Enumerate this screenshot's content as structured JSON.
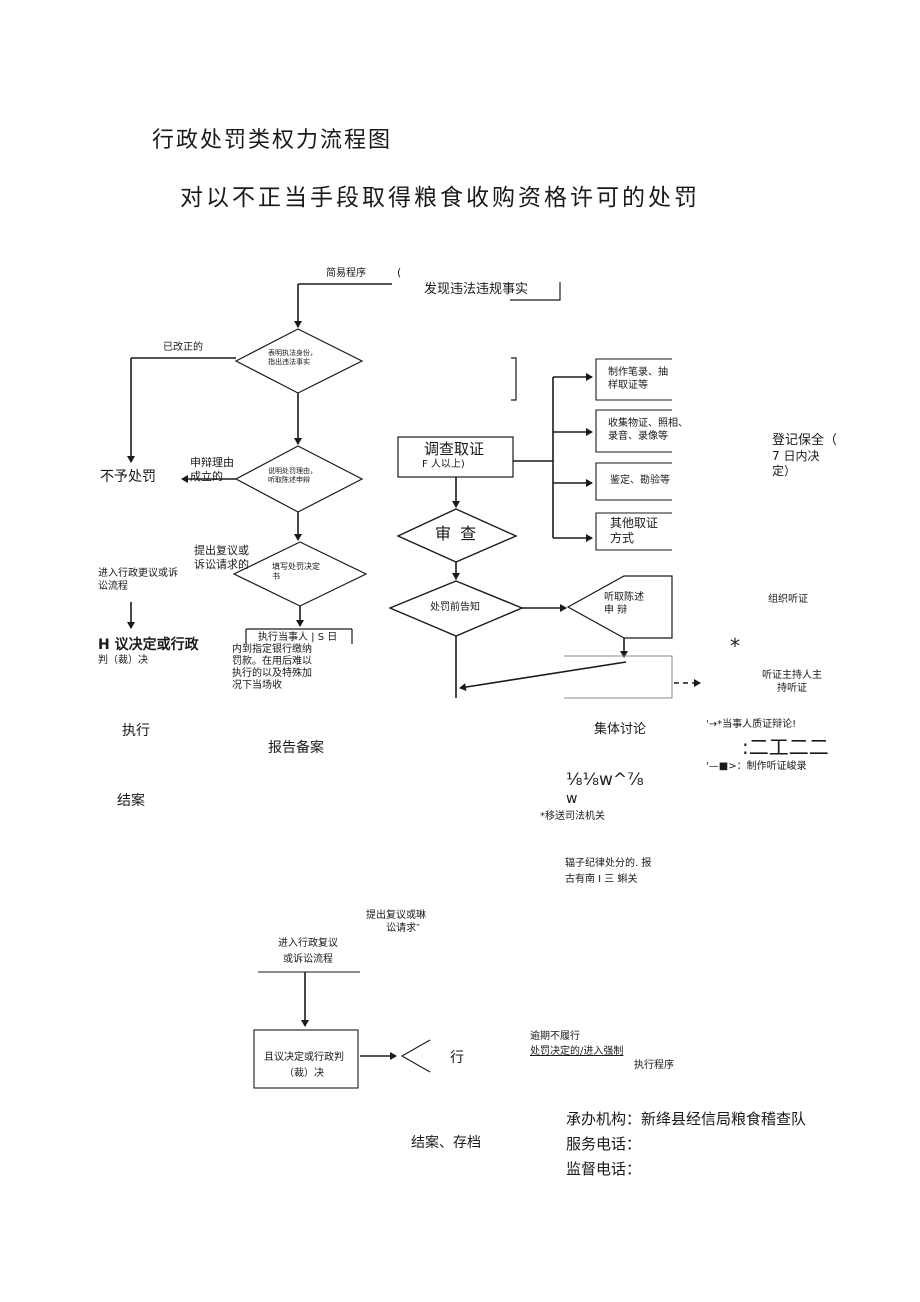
{
  "header": {
    "category": "行政处罚类权力流程图",
    "subject": "对以不正当手段取得粮食收购资格许可的处罚"
  },
  "left_flow": {
    "simple_procedure": "简易程序",
    "bracket": "(",
    "discover": "发现违法违规事实",
    "corrected": "已改正的",
    "diamond1": [
      "表明执法身份，",
      "指出违法事实"
    ],
    "diamond2": [
      "说明处罚理由，",
      "听取陈述申辩"
    ],
    "defense_valid": [
      "申辩理由",
      "成立的"
    ],
    "no_penalty": "不予处罚",
    "appeal_request": [
      "提出复议或",
      "诉讼请求的"
    ],
    "diamond3": [
      "填写处罚决定",
      "书"
    ],
    "enter_review": [
      "进入行政更议或诉",
      "讼流程"
    ],
    "h_decision": [
      "H 议决定或行政",
      "判（裁）决"
    ],
    "execute_box": [
      "执行当事人 | S 日",
      "内到指定银行缴纳",
      "罚款。在用后难以",
      "执行的以及特殊加",
      "况下当场收"
    ],
    "execute": "执行",
    "report": "报告备案",
    "close": "结案"
  },
  "right_flow": {
    "investigate": "调查取证",
    "investigate_note": "F 人以上)",
    "methods": [
      [
        "制作笔录、抽",
        "样取证等"
      ],
      [
        "收集物证、照相、",
        "录音、录像等"
      ],
      [
        "鉴定、勘验等"
      ],
      [
        "其他取证",
        "方式"
      ]
    ],
    "preserve": [
      "登记保全（",
      "7 日内决",
      "定）"
    ],
    "review": "审 查",
    "notify": "处罚前告知",
    "hear": [
      "听取陈述",
      "申 辩"
    ],
    "organize_hearing": "组织听证",
    "star": "*",
    "host": [
      "听证主持人主",
      "持听证"
    ],
    "party_debate": "'→*当事人质证辩论!",
    "garbled1": ":二工二二",
    "record": "'—■>：制作听证峻录",
    "collective": "集体讨论",
    "garbled2": [
      "⅛⅛w^⅞",
      "w"
    ],
    "transfer": "*移送司法机关",
    "discipline": [
      "辐子纪律处分的. 报",
      "古有南 I 三 蝌关"
    ]
  },
  "bottom_flow": {
    "appeal_request": [
      "提出复议或琳",
      "讼请求″"
    ],
    "enter_review": [
      "进入行政复议",
      "或诉讼流程"
    ],
    "decision_box": [
      "且议决定或行政判",
      "（裁）决"
    ],
    "execute": "行",
    "overdue": [
      "逾期不履行",
      "处罚决定的/进入强制",
      "执行程序"
    ],
    "close_archive": "结案、存档"
  },
  "footer": {
    "agency": "承办机构：新绛县经信局粮食稽查队",
    "phone": "服务电话：",
    "supervise": "监督电话："
  }
}
